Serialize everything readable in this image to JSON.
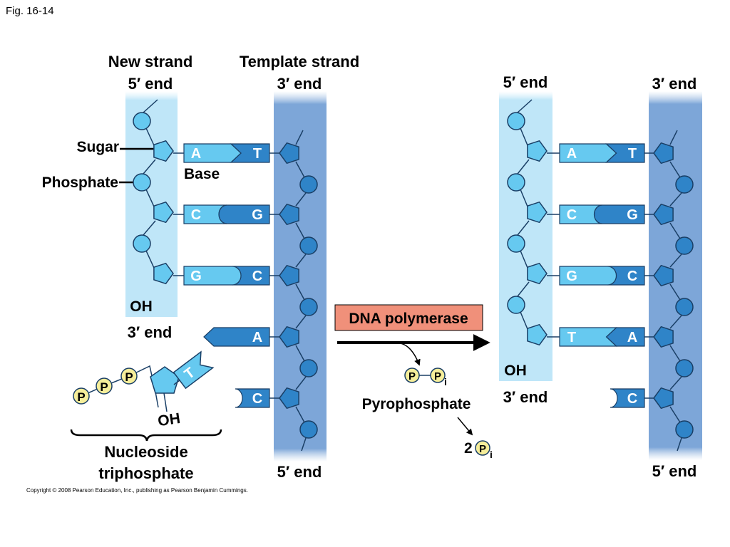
{
  "figure_id": "Fig. 16-14",
  "copyright": "Copyright © 2008 Pearson Education, Inc., publishing as Pearson Benjamin Cummings.",
  "colors": {
    "new_strand_bg": "#bfe6f8",
    "template_strand_bg": "#7da6d8",
    "light_nucleotide": "#66c9f0",
    "dark_nucleotide": "#2f84c8",
    "outline": "#1a3f66",
    "enzyme_box": "#f0907a",
    "phosphate_yellow": "#f6ee9a",
    "arrow": "#000000"
  },
  "left": {
    "new_strand_label": "New strand",
    "template_strand_label": "Template strand",
    "new_top_end": "5′ end",
    "template_top_end": "3′ end",
    "oh": "OH",
    "new_bottom_end": "3′ end",
    "template_bottom_end": "5′ end",
    "sugar_label": "Sugar",
    "phosphate_label": "Phosphate",
    "base_label": "Base",
    "pairs": [
      {
        "new": "A",
        "template": "T"
      },
      {
        "new": "C",
        "template": "G"
      },
      {
        "new": "G",
        "template": "C"
      }
    ],
    "unpaired": [
      "A",
      "C"
    ],
    "incoming": {
      "base": "T",
      "phosphates": [
        "P",
        "P",
        "P"
      ],
      "oh": "OH",
      "label_line1": "Nucleoside",
      "label_line2": "triphosphate"
    }
  },
  "middle": {
    "enzyme": "DNA polymerase",
    "pyrophosphate_label": "Pyrophosphate",
    "pp_symbols": [
      "P",
      "P"
    ],
    "pi_sub": "i",
    "two_pi_coef": "2",
    "two_pi_symbol": "P"
  },
  "right": {
    "new_top_end": "5′ end",
    "template_top_end": "3′ end",
    "oh": "OH",
    "new_bottom_end": "3′ end",
    "template_bottom_end": "5′ end",
    "pairs": [
      {
        "new": "A",
        "template": "T"
      },
      {
        "new": "C",
        "template": "G"
      },
      {
        "new": "G",
        "template": "C"
      },
      {
        "new": "T",
        "template": "A"
      }
    ],
    "unpaired": [
      "C"
    ]
  }
}
